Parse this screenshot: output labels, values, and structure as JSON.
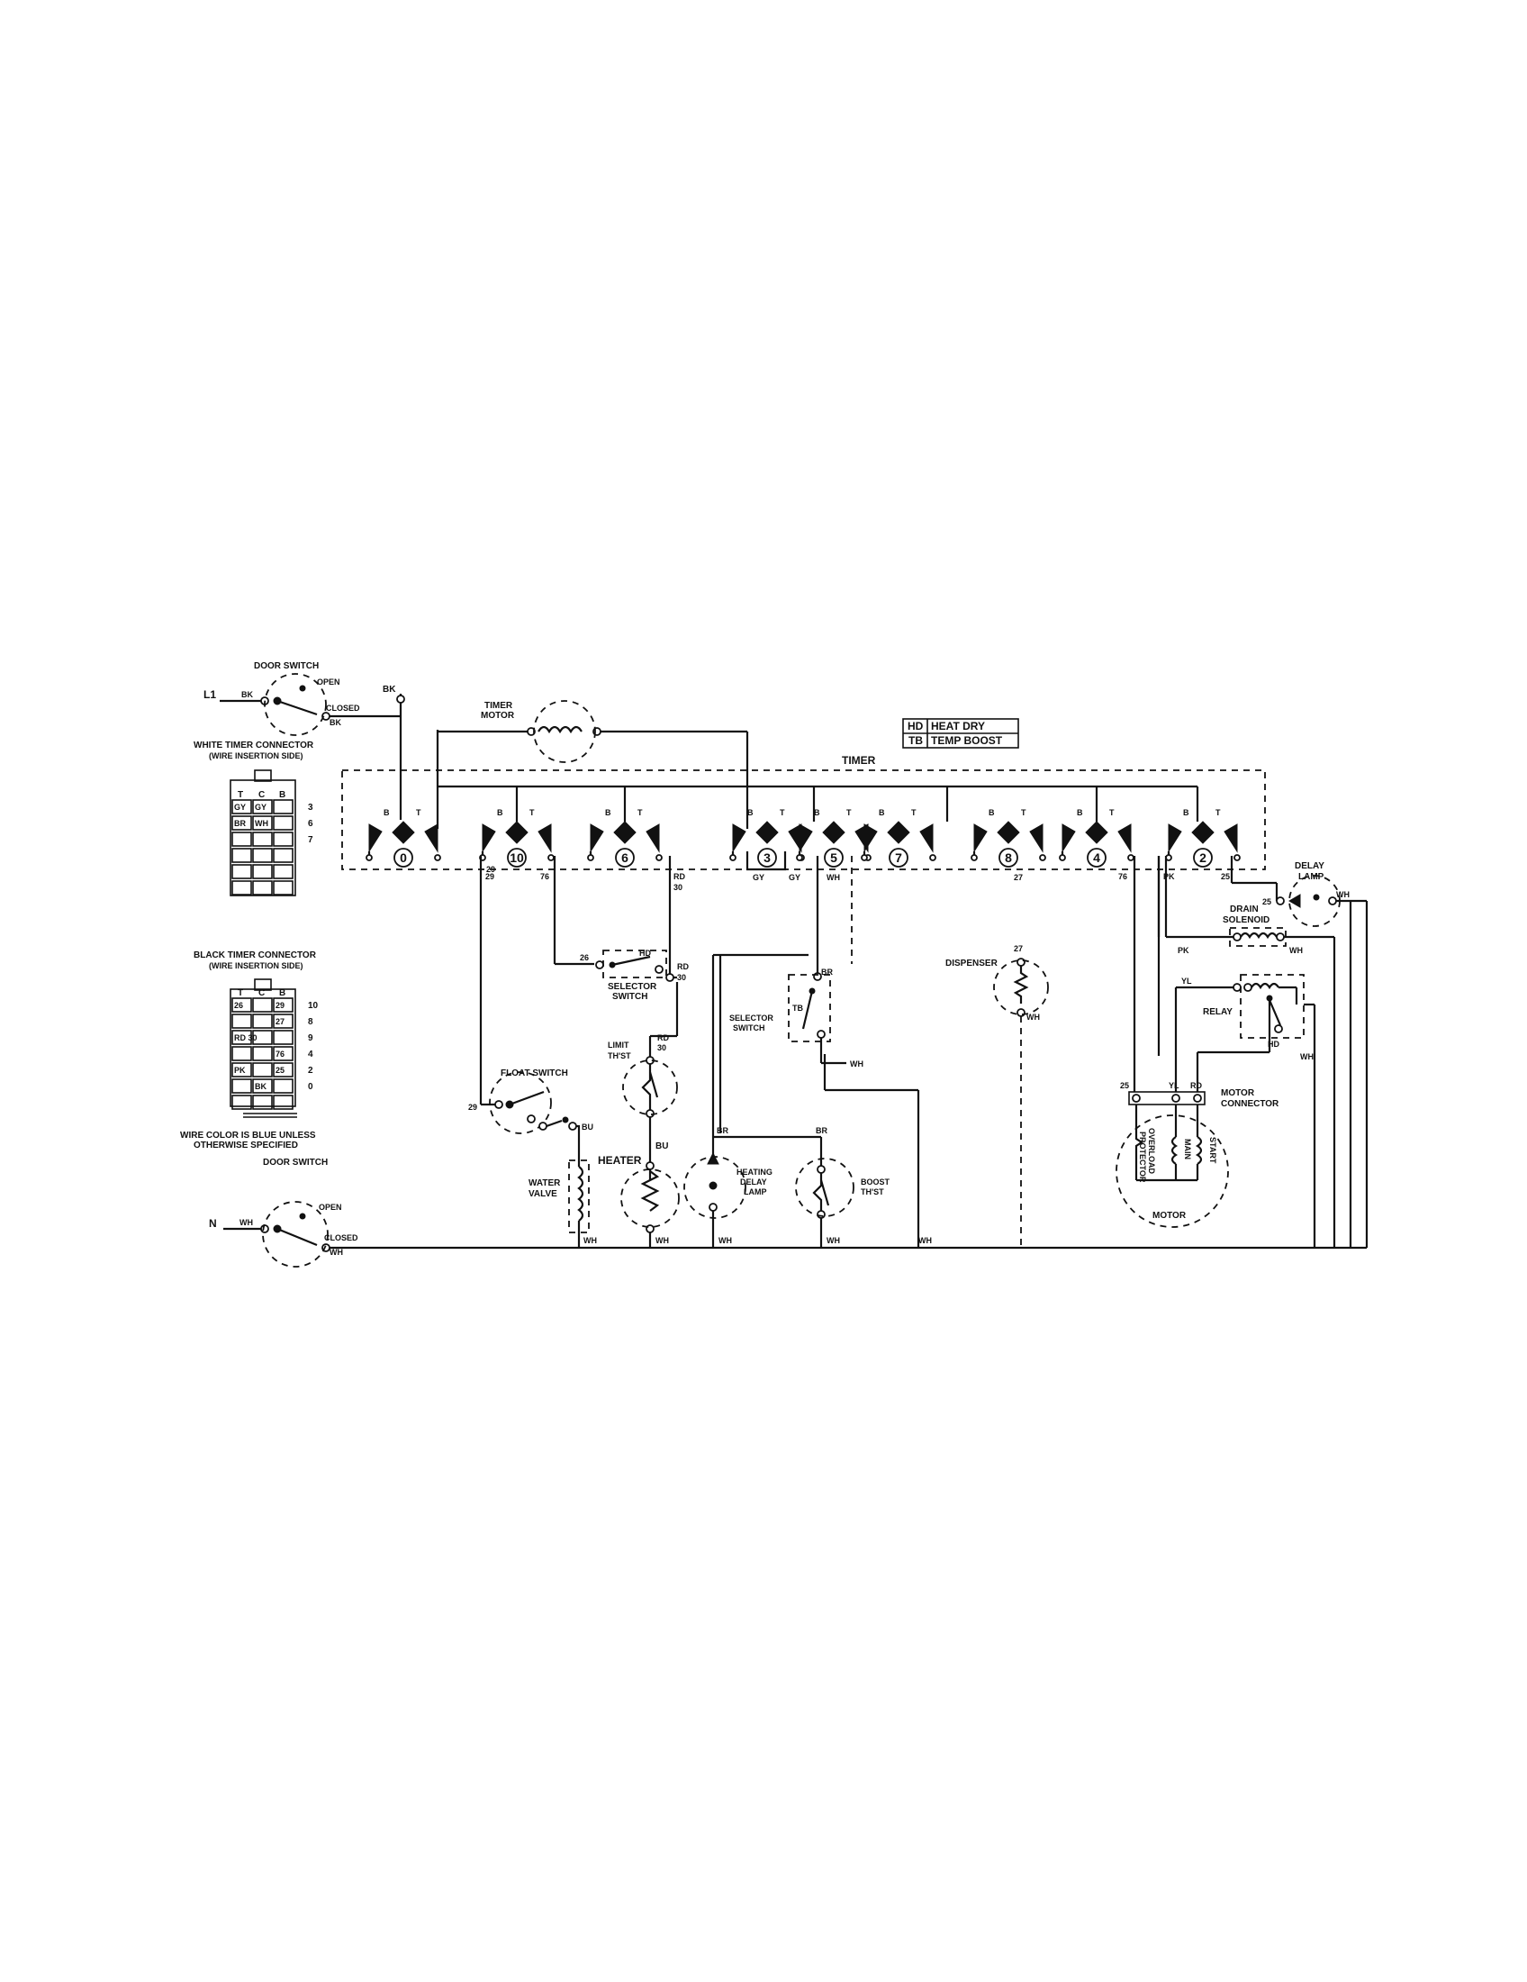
{
  "legend": {
    "hd_code": "HD",
    "hd_text": "HEAT DRY",
    "tb_code": "TB",
    "tb_text": "TEMP BOOST"
  },
  "timer": {
    "title": "TIMER",
    "motor": [
      "TIMER",
      "MOTOR"
    ]
  },
  "door_switch_top": {
    "title": "DOOR SWITCH",
    "open": "OPEN",
    "closed": "CLOSED",
    "line": "L1",
    "in_wire": "BK",
    "out_wire": "BK"
  },
  "door_switch_bottom": {
    "title": "DOOR SWITCH",
    "open": "OPEN",
    "closed": "CLOSED",
    "line": "N",
    "in_wire": "WH",
    "out_wire": "WH"
  },
  "white_connector": {
    "title": "WHITE TIMER CONNECTOR",
    "subtitle": "(WIRE INSERTION SIDE)",
    "header": [
      "T",
      "C",
      "B"
    ],
    "rows": [
      [
        "GY",
        "GY",
        ""
      ],
      [
        "BR",
        "WH",
        ""
      ]
    ],
    "side_numbers": [
      "3",
      "6",
      "7"
    ]
  },
  "black_connector": {
    "title": "BLACK TIMER CONNECTOR",
    "subtitle": "(WIRE INSERTION SIDE)",
    "header": [
      "T",
      "C",
      "B"
    ],
    "rows": [
      [
        "26",
        "",
        "29"
      ],
      [
        "",
        "",
        "27"
      ],
      [
        "RD 30",
        "",
        ""
      ],
      [
        "",
        "",
        "76"
      ],
      [
        "PK",
        "",
        "25"
      ],
      [
        "",
        "BK",
        ""
      ]
    ],
    "side_numbers": [
      "10",
      "8",
      "9",
      "4",
      "2",
      "0"
    ]
  },
  "wire_note": [
    "WIRE COLOR IS BLUE UNLESS",
    "OTHERWISE SPECIFIED"
  ],
  "cams": [
    "0",
    "10",
    "6",
    "3",
    "5",
    "7",
    "8",
    "4",
    "2"
  ],
  "contact_labels": {
    "top": "T",
    "bottom": "B"
  },
  "components": {
    "float_switch": "FLOAT SWITCH",
    "water_valve": [
      "WATER",
      "VALVE"
    ],
    "heater": "HEATER",
    "limit_thermostat": [
      "LIMIT",
      "TH'ST"
    ],
    "selector_switch_1": [
      "SELECTOR",
      "SWITCH"
    ],
    "selector_switch_2": [
      "SELECTOR",
      "SWITCH"
    ],
    "heating_delay_lamp": [
      "HEATING",
      "DELAY",
      "LAMP"
    ],
    "boost_thermostat": [
      "BOOST",
      "TH'ST"
    ],
    "dispenser": "DISPENSER",
    "drain_solenoid": [
      "DRAIN",
      "SOLENOID"
    ],
    "relay": "RELAY",
    "motor_connector": [
      "MOTOR",
      "CONNECTOR"
    ],
    "motor": "MOTOR",
    "overload_protector": [
      "OVERLOAD",
      "PROTECTOR"
    ],
    "main_winding": "MAIN",
    "start_winding": "START",
    "delay_lamp": [
      "DELAY",
      "LAMP"
    ]
  },
  "wire_labels": {
    "bk": "BK",
    "gy": "GY",
    "wh": "WH",
    "br": "BR",
    "rd": "RD",
    "bu": "BU",
    "pk": "PK",
    "yl": "YL",
    "hd": "HD",
    "tb": "TB",
    "n26": "26",
    "n29": "29",
    "n76": "76",
    "n30": "30",
    "n27": "27",
    "n25": "25"
  }
}
